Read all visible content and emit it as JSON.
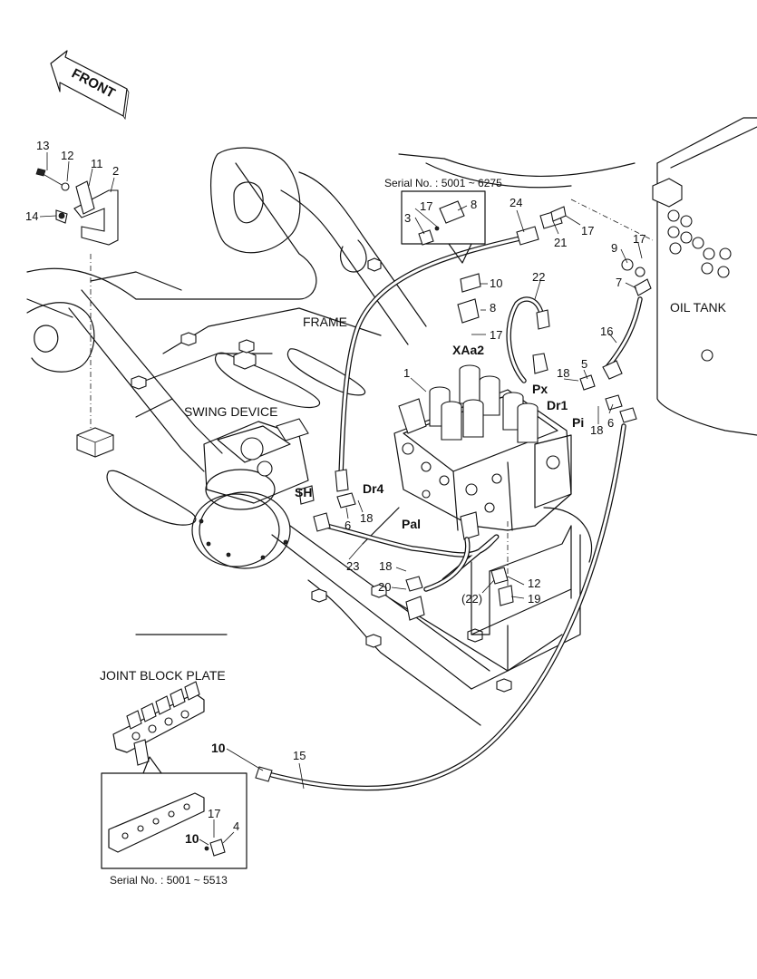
{
  "front_arrow": {
    "label": "FRONT"
  },
  "labels": {
    "frame": "FRAME",
    "swing_device": "SWING DEVICE",
    "oil_tank": "OIL TANK",
    "joint_block_plate": "JOINT BLOCK PLATE"
  },
  "serials": {
    "top_inset": "Serial No. : 5001 ~ 6275",
    "bottom_inset": "Serial No. : 5001 ~ 5513"
  },
  "ports": {
    "xaa2": "XAa2",
    "px": "Px",
    "dr1": "Dr1",
    "pi": "Pi",
    "dr4": "Dr4",
    "pal": "Pal",
    "sh": "SH"
  },
  "callouts": {
    "c13": "13",
    "c12a": "12",
    "c11": "11",
    "c2": "2",
    "c14": "14",
    "c17a": "17",
    "c8a": "8",
    "c3": "3",
    "c24": "24",
    "c21": "21",
    "c17b": "17",
    "c9": "9",
    "c17c": "17",
    "c7": "7",
    "c10a": "10",
    "c8b": "8",
    "c17d": "17",
    "c22": "22",
    "c16": "16",
    "c1": "1",
    "c18a": "18",
    "c5": "5",
    "c18b": "18",
    "c6a": "6",
    "c6b": "6",
    "c18c": "18",
    "c23": "23",
    "c18d": "18",
    "c20": "20",
    "c22b": "(22)",
    "c12b": "12",
    "c19": "19",
    "c10b": "10",
    "c15": "15",
    "c17e": "17",
    "c4": "4",
    "c10c": "10"
  }
}
